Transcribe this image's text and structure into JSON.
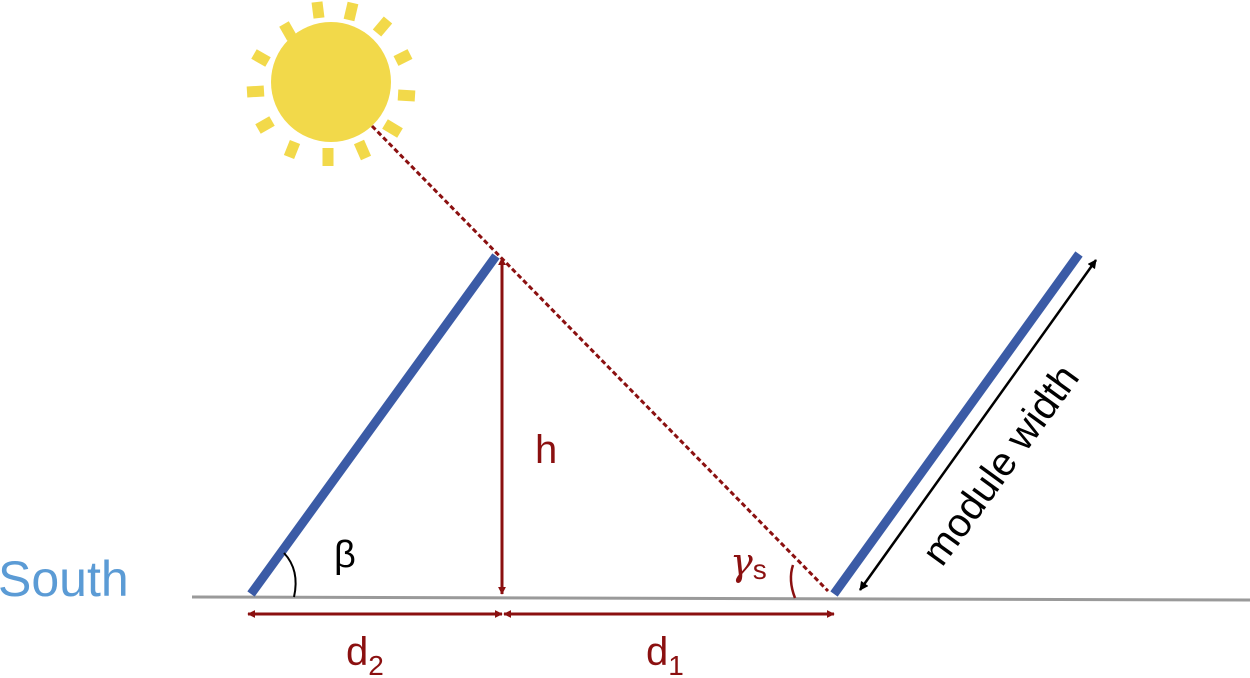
{
  "labels": {
    "south": "South",
    "beta": "β",
    "height": "h",
    "gamma_symbol": "γ",
    "gamma_sub": "s",
    "d2_main": "d",
    "d2_sub": "2",
    "d1_main": "d",
    "d1_sub": "1",
    "module_width": "module width"
  },
  "colors": {
    "sun": "#F2D94A",
    "panel": "#3B5BA6",
    "dimension": "#8B1010",
    "ground": "#9A9A9A",
    "south_text": "#5B9BD5",
    "text": "#000000"
  },
  "icons": {
    "sun": "sun-icon"
  }
}
